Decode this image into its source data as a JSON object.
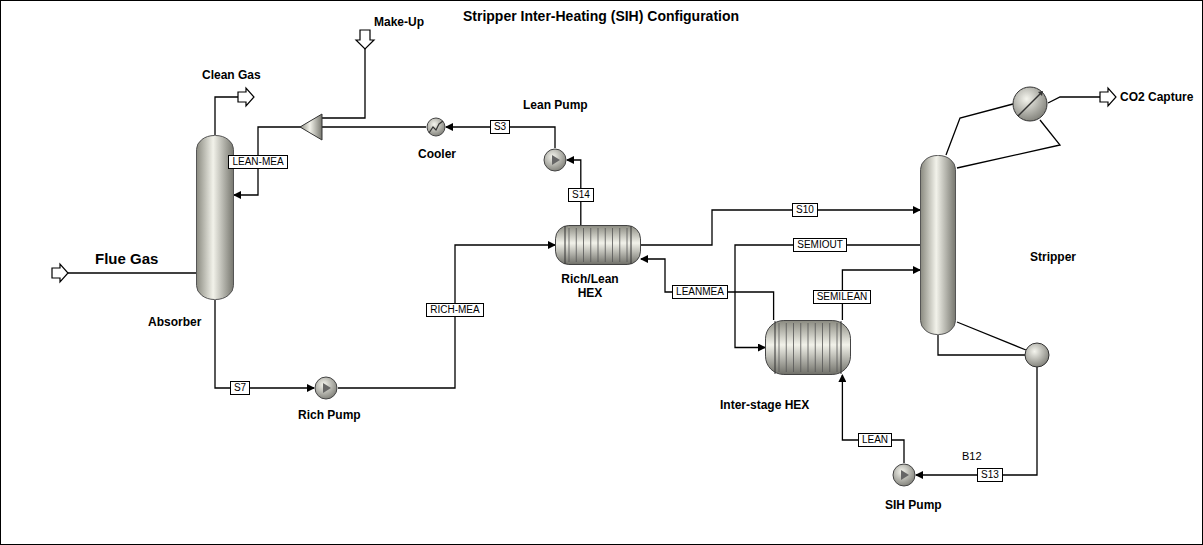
{
  "diagram": {
    "title": "Stripper Inter-Heating (SIH) Configuration",
    "nodes": [
      {
        "text": [
          "Absorber"
        ]
      },
      {
        "text": [
          "Rich Pump"
        ]
      },
      {
        "text": [
          "Rich/Lean HEX"
        ]
      },
      {
        "text": [
          "Lean Pump"
        ]
      },
      {
        "text": [
          "Cooler"
        ]
      },
      {
        "text": [
          "Inter-stage HEX"
        ]
      },
      {
        "text": [
          "Stripper"
        ]
      },
      {
        "text": [
          "SIH Pump"
        ]
      }
    ],
    "edges": [
      {
        "from": 0,
        "to": 1,
        "label": "S7",
        "arrow": "to"
      },
      {
        "from": 1,
        "to": 2,
        "label": "RICH-MEA",
        "arrow": "to"
      },
      {
        "from": 2,
        "to": 6,
        "label": "S10",
        "arrow": "to"
      },
      {
        "from": 6,
        "to": 5,
        "label": "SEMIOUT",
        "arrow": "to"
      },
      {
        "from": 5,
        "to": 6,
        "label": "SEMILEAN",
        "arrow": "to"
      },
      {
        "from": 6,
        "to": 7,
        "label": "S13",
        "arrow": "to"
      },
      {
        "from": 7,
        "to": 5,
        "label": "LEAN",
        "arrow": "to"
      },
      {
        "from": 5,
        "to": 2,
        "label": "LEANMEA",
        "arrow": "to"
      },
      {
        "from": 2,
        "to": 3,
        "label": "S14",
        "arrow": "to"
      },
      {
        "from": 3,
        "to": 4,
        "label": "S3",
        "arrow": "to"
      },
      {
        "from": 4,
        "to": 0,
        "label": "LEAN-MEA",
        "arrow": "to"
      }
    ],
    "labels": [
      "Clean Gas",
      "Make-Up",
      "Flue Gas",
      "CO2 Capture",
      "B12"
    ]
  }
}
